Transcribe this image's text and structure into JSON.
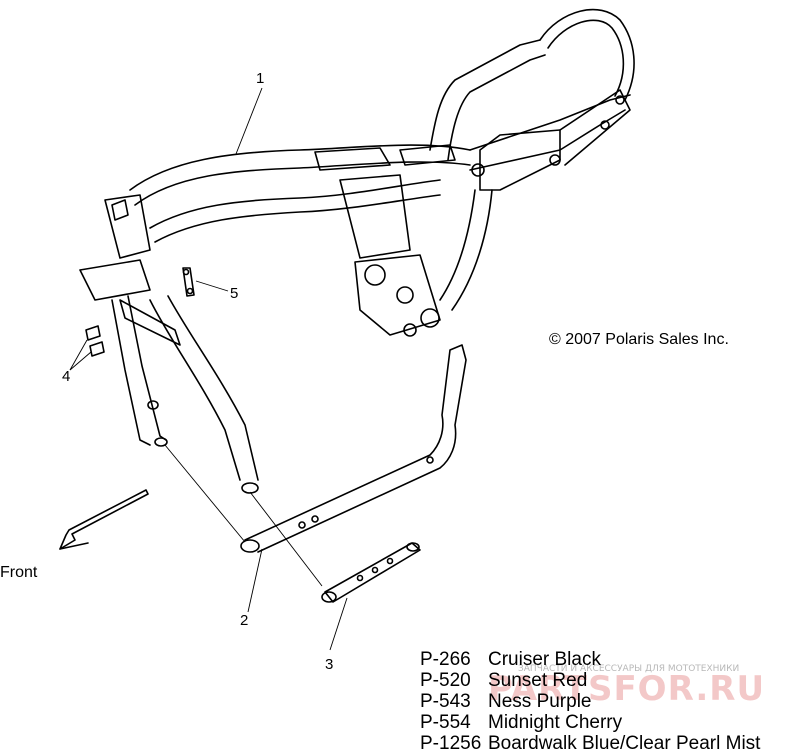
{
  "callouts": {
    "c1": "1",
    "c2": "2",
    "c3": "3",
    "c4": "4",
    "c5": "5"
  },
  "copyright": "© 2007 Polaris Sales Inc.",
  "direction_label": "Front",
  "watermark": {
    "main": "PARTSFOR.RU",
    "sub": "ЗАПЧАСТИ И АКСЕССУАРЫ ДЛЯ МОТОТЕХНИКИ"
  },
  "colors": [
    {
      "code": "P-266",
      "name": "Cruiser Black"
    },
    {
      "code": "P-520",
      "name": "Sunset Red"
    },
    {
      "code": "P-543",
      "name": "Ness Purple"
    },
    {
      "code": "P-554",
      "name": "Midnight Cherry"
    },
    {
      "code": "P-1256",
      "name": "Boardwalk Blue/Clear Pearl Mist"
    }
  ]
}
